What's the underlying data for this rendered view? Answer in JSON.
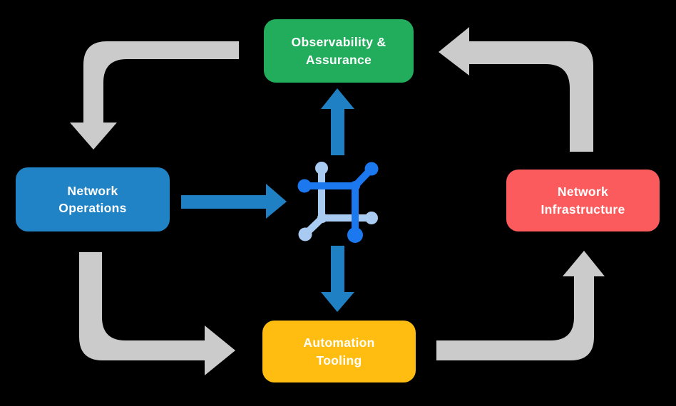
{
  "diagram": {
    "background_color": "#000000",
    "nodes": [
      {
        "id": "observability-assurance",
        "label": "Observability &\nAssurance",
        "color": "#22AD5C",
        "text_color": "#FFFFFF",
        "position": "top"
      },
      {
        "id": "network-operations",
        "label": "Network\nOperations",
        "color": "#1F83C5",
        "text_color": "#FFFFFF",
        "position": "left"
      },
      {
        "id": "network-infrastructure",
        "label": "Network\nInfrastructure",
        "color": "#FC5B5D",
        "text_color": "#FFFFFF",
        "position": "right"
      },
      {
        "id": "automation-tooling",
        "label": "Automation\nTooling",
        "color": "#FEBD10",
        "text_color": "#FFFFFF",
        "position": "bottom"
      }
    ],
    "center_icon": {
      "name": "network-mesh-icon",
      "primary_color": "#1B78EE",
      "secondary_color": "#A9CBF2"
    },
    "arrows": {
      "gray_color": "#CBCBCB",
      "blue_color": "#1F80C3",
      "connections": [
        {
          "from": "observability-assurance",
          "to": "network-operations",
          "style": "gray-elbow",
          "direction": "down"
        },
        {
          "from": "network-operations",
          "to": "automation-tooling",
          "style": "gray-elbow",
          "direction": "right"
        },
        {
          "from": "automation-tooling",
          "to": "network-infrastructure",
          "style": "gray-elbow",
          "direction": "up"
        },
        {
          "from": "network-infrastructure",
          "to": "observability-assurance",
          "style": "gray-elbow",
          "direction": "left"
        },
        {
          "from": "network-operations",
          "to": "center-icon",
          "style": "blue-straight",
          "direction": "right"
        },
        {
          "from": "center-icon",
          "to": "observability-assurance",
          "style": "blue-straight",
          "direction": "up"
        },
        {
          "from": "center-icon",
          "to": "automation-tooling",
          "style": "blue-straight",
          "direction": "down"
        }
      ]
    }
  }
}
